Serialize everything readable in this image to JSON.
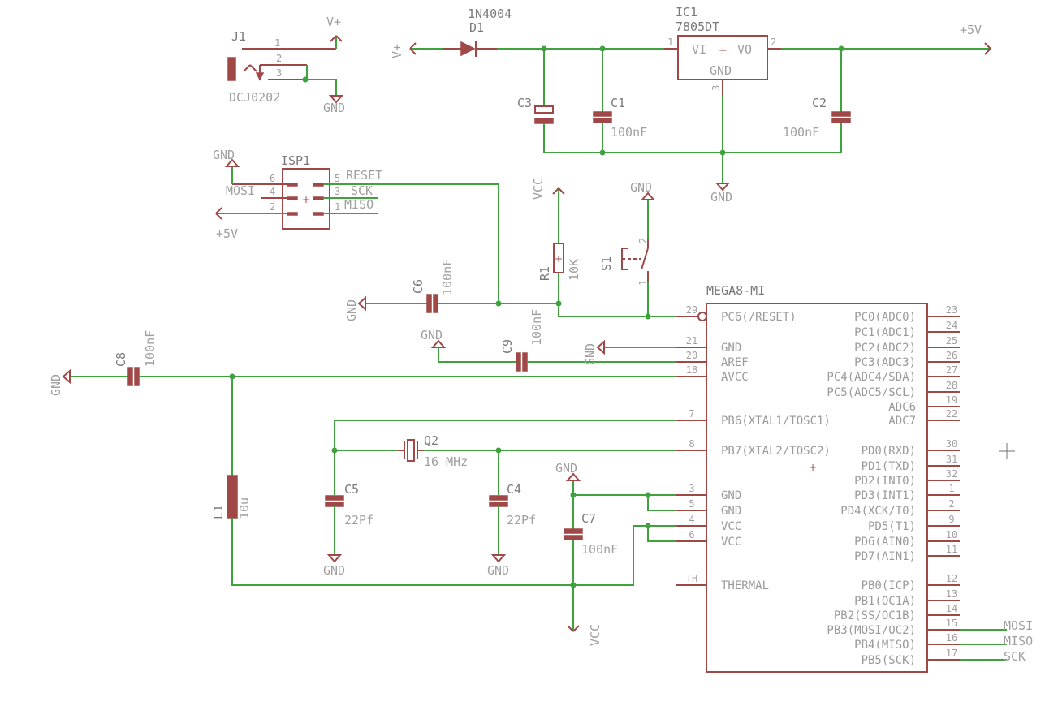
{
  "colors": {
    "wire": "#3fa23f",
    "symbol": "#a04848",
    "text": "#a0a0a0",
    "background": "#ffffff"
  },
  "power": {
    "j1": {
      "name": "J1",
      "value": "DCJ0202",
      "pins": [
        "1",
        "2",
        "3"
      ],
      "vplus": "V+",
      "gnd": "GND"
    },
    "d1": {
      "name": "D1",
      "value": "1N4004",
      "net": "V+"
    },
    "ic1": {
      "name": "IC1",
      "value": "7805DT",
      "vi": "VI",
      "vo": "VO",
      "gnd": "GND",
      "pin1": "1",
      "pin2": "2",
      "pin3": "3",
      "out": "+5V",
      "gnd_label": "GND"
    },
    "c3": {
      "name": "C3"
    },
    "c1": {
      "name": "C1",
      "value": "100nF"
    },
    "c2": {
      "name": "C2",
      "value": "100nF"
    }
  },
  "isp": {
    "name": "ISP1",
    "gnd": "GND",
    "plus5v": "+5V",
    "pins_left": [
      "6",
      "4",
      "2"
    ],
    "pins_right": [
      "5",
      "3",
      "1"
    ],
    "label_mosi": "MOSI",
    "label_reset": "RESET",
    "label_sck": "SCK",
    "label_miso": "MISO"
  },
  "reset": {
    "vcc": "VCC",
    "r1": {
      "name": "R1",
      "value": "10K"
    },
    "s1": {
      "name": "S1",
      "pin1": "1",
      "pin2": "2"
    },
    "gnd": "GND",
    "c6": {
      "name": "C6",
      "value": "100nF"
    },
    "c6_gnd": "GND"
  },
  "analog": {
    "c9": {
      "name": "C9",
      "value": "100nF"
    },
    "c9_gnd": "GND",
    "gnd21": "GND",
    "c8": {
      "name": "C8",
      "value": "100nF"
    },
    "c8_gnd": "GND",
    "l1": {
      "name": "L1",
      "value": "10u"
    }
  },
  "clock": {
    "q2": {
      "name": "Q2",
      "value": "16 MHz"
    },
    "c5": {
      "name": "C5",
      "value": "22Pf"
    },
    "c4": {
      "name": "C4",
      "value": "22Pf"
    },
    "c5_gnd": "GND",
    "c4_gnd": "GND"
  },
  "decoupling": {
    "gnd": "GND",
    "c7": {
      "name": "C7",
      "value": "100nF"
    },
    "vcc": "VCC"
  },
  "mcu": {
    "name": "MEGA8-MI",
    "left_pins": [
      {
        "num": "29",
        "label": "PC6(/RESET)"
      },
      {
        "num": "21",
        "label": "GND"
      },
      {
        "num": "20",
        "label": "AREF"
      },
      {
        "num": "18",
        "label": "AVCC"
      },
      {
        "num": "7",
        "label": "PB6(XTAL1/TOSC1)"
      },
      {
        "num": "8",
        "label": "PB7(XTAL2/TOSC2)"
      },
      {
        "num": "3",
        "label": "GND"
      },
      {
        "num": "5",
        "label": "GND"
      },
      {
        "num": "4",
        "label": "VCC"
      },
      {
        "num": "6",
        "label": "VCC"
      },
      {
        "num": "TH",
        "label": "THERMAL"
      }
    ],
    "right_pins": [
      {
        "num": "23",
        "label": "PC0(ADC0)"
      },
      {
        "num": "24",
        "label": "PC1(ADC1)"
      },
      {
        "num": "25",
        "label": "PC2(ADC2)"
      },
      {
        "num": "26",
        "label": "PC3(ADC3)"
      },
      {
        "num": "27",
        "label": "PC4(ADC4/SDA)"
      },
      {
        "num": "28",
        "label": "PC5(ADC5/SCL)"
      },
      {
        "num": "19",
        "label": "ADC6"
      },
      {
        "num": "22",
        "label": "ADC7"
      },
      {
        "num": "30",
        "label": "PD0(RXD)"
      },
      {
        "num": "31",
        "label": "PD1(TXD)"
      },
      {
        "num": "32",
        "label": "PD2(INT0)"
      },
      {
        "num": "1",
        "label": "PD3(INT1)"
      },
      {
        "num": "2",
        "label": "PD4(XCK/T0)"
      },
      {
        "num": "9",
        "label": "PD5(T1)"
      },
      {
        "num": "10",
        "label": "PD6(AIN0)"
      },
      {
        "num": "11",
        "label": "PD7(AIN1)"
      },
      {
        "num": "12",
        "label": "PB0(ICP)"
      },
      {
        "num": "13",
        "label": "PB1(OC1A)"
      },
      {
        "num": "14",
        "label": "PB2(SS/OC1B)"
      },
      {
        "num": "15",
        "label": "PB3(MOSI/OC2)"
      },
      {
        "num": "16",
        "label": "PB4(MISO)"
      },
      {
        "num": "17",
        "label": "PB5(SCK)"
      }
    ],
    "net_mosi": "MOSI",
    "net_miso": "MISO",
    "net_sck": "SCK"
  }
}
